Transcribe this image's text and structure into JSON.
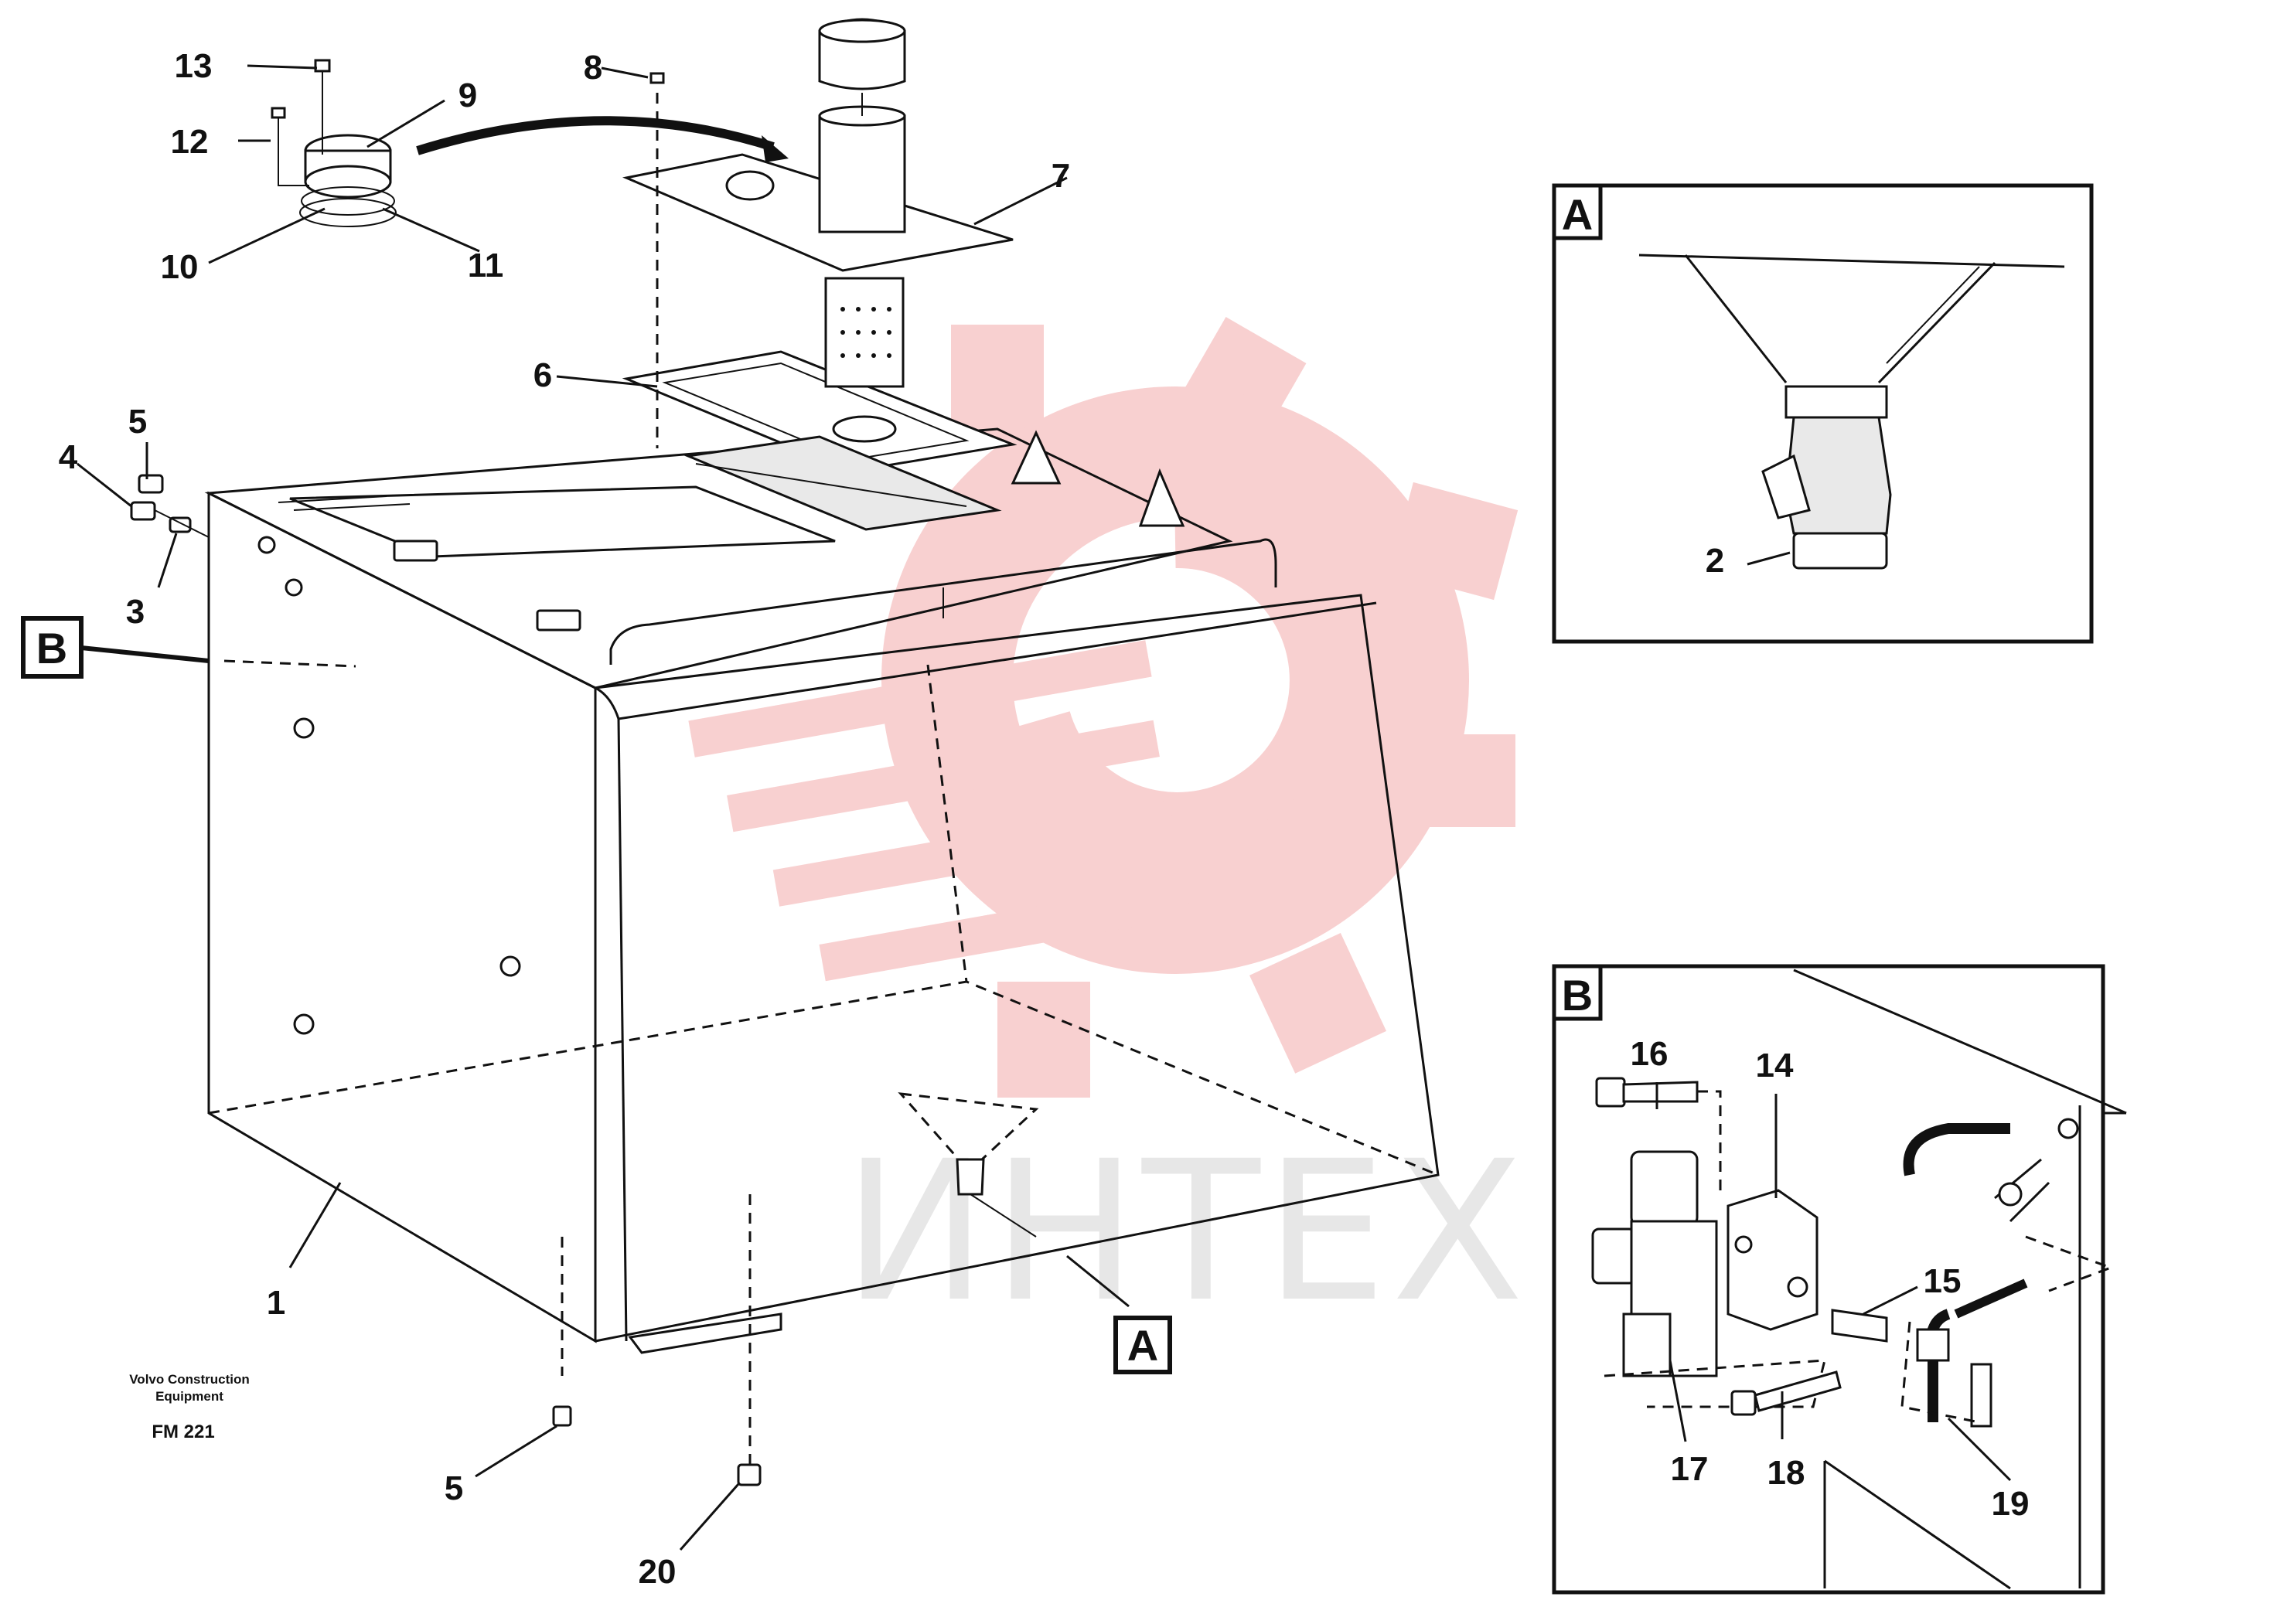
{
  "callouts": {
    "c1": "1",
    "c2": "2",
    "c3": "3",
    "c4": "4",
    "c5a": "5",
    "c5b": "5",
    "c6": "6",
    "c7": "7",
    "c8": "8",
    "c9": "9",
    "c10": "10",
    "c11": "11",
    "c12": "12",
    "c13": "13",
    "c14": "14",
    "c15": "15",
    "c16": "16",
    "c17": "17",
    "c18": "18",
    "c19": "19",
    "c20": "20"
  },
  "detail_labels": {
    "a": "A",
    "b": "B"
  },
  "view_refs": {
    "a": "A",
    "b": "B"
  },
  "footer": {
    "company_line1": "Volvo Construction",
    "company_line2": "Equipment",
    "drawing_code": "FM 221"
  },
  "watermark": {
    "text": "ИНТЕХ",
    "gear_color": "#f4b6b6",
    "text_color": "#bbbbbb"
  }
}
